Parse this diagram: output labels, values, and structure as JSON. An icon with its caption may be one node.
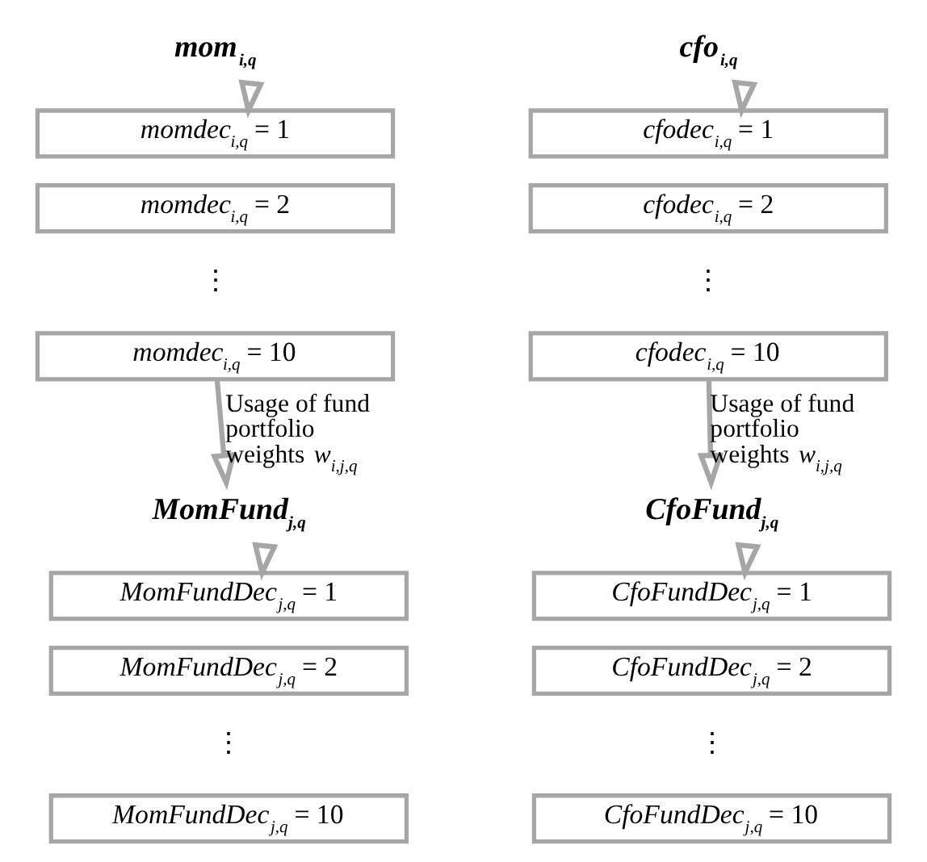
{
  "diagram": {
    "nodes": [
      {
        "text": [
          "mom$_{i,q}$"
        ]
      },
      {
        "text": [
          "*momdec*$_{i,q}$ = 1"
        ]
      },
      {
        "text": [
          "*momdec*$_{i,q}$ = 2"
        ]
      },
      {
        "text": [
          "*momdec*$_{i,q}$ = 10"
        ]
      },
      {
        "text": [
          "MomFund$_{j,q}$"
        ]
      },
      {
        "text": [
          "*MomFundDec*$_{j,q}$ = 1"
        ]
      },
      {
        "text": [
          "*MomFundDec*$_{j,q}$ = 2"
        ]
      },
      {
        "text": [
          "*MomFundDec*$_{j,q}$ = 10"
        ]
      },
      {
        "text": [
          "cfo$_{i,q}$"
        ]
      },
      {
        "text": [
          "*cfodec*$_{i,q}$ = 1"
        ]
      },
      {
        "text": [
          "*cfodec*$_{i,q}$ = 2"
        ]
      },
      {
        "text": [
          "*cfodec*$_{i,q}$ = 10"
        ]
      },
      {
        "text": [
          "CfoFund$_{j,q}$"
        ]
      },
      {
        "text": [
          "*CfoFundDec*$_{j,q}$ = 1"
        ]
      },
      {
        "text": [
          "*CfoFundDec*$_{j,q}$ = 2"
        ]
      },
      {
        "text": [
          "*CfoFundDec*$_{j,q}$ = 10"
        ]
      }
    ],
    "edges": [
      {
        "from": 0,
        "to": 1,
        "arrow": "to"
      },
      {
        "from": 3,
        "to": 4,
        "arrow": "to",
        "label": "Usage of fund portfolio weights *w*$_{i,j,q}$"
      },
      {
        "from": 4,
        "to": 5,
        "arrow": "to"
      },
      {
        "from": 8,
        "to": 9,
        "arrow": "to"
      },
      {
        "from": 11,
        "to": 12,
        "arrow": "to",
        "label": "Usage of fund portfolio weights *w*$_{i,j,q}$"
      },
      {
        "from": 12,
        "to": 13,
        "arrow": "to"
      }
    ],
    "labels": [
      "⋮",
      "⋮",
      "⋮",
      "⋮"
    ]
  }
}
